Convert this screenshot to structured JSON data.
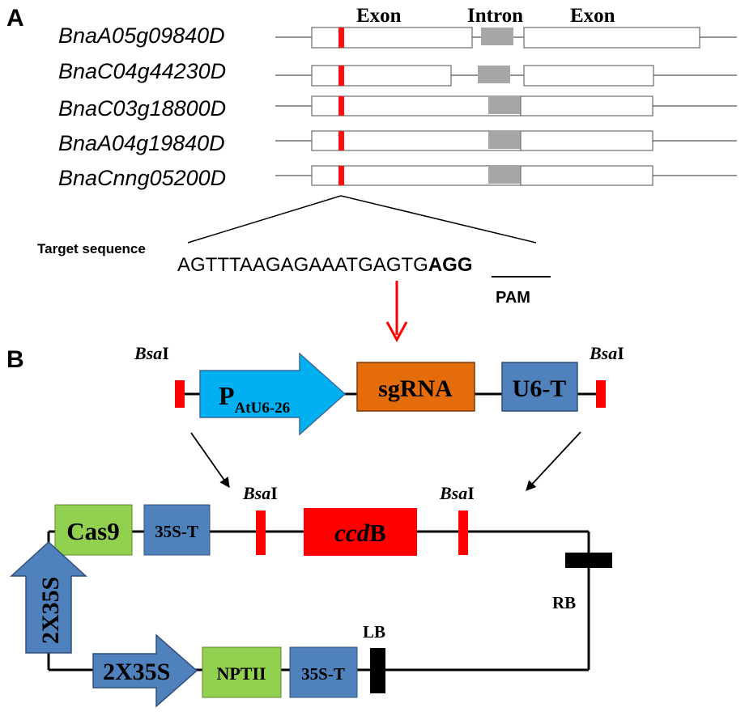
{
  "panel_a": {
    "label": "A",
    "structure_labels": {
      "exon_left": "Exon",
      "intron": "Intron",
      "exon_right": "Exon"
    },
    "genes": [
      "BnaA05g09840D",
      "BnaC04g44230D",
      "BnaC03g18800D",
      "BnaA04g19840D",
      "BnaCnng05200D"
    ],
    "target_label": "Target sequence",
    "sequence_main": "AGTTTAAGAGAAATGAGTG",
    "sequence_pam": "AGG",
    "pam_label": "PAM"
  },
  "panel_b": {
    "label": "B",
    "cassette": {
      "bsa_left": "BsaI",
      "bsa_right": "BsaI",
      "promoter_main": "P",
      "promoter_sub": "AtU6-26",
      "sgrna": "sgRNA",
      "terminator": "U6-T"
    },
    "vector": {
      "cas9": "Cas9",
      "terminator_top": "35S-T",
      "bsa_1": "BsaI",
      "bsa_2": "BsaI",
      "ccdb_italic": "ccd",
      "ccdb_rest": "B",
      "rb": "RB",
      "lb": "LB",
      "promoter_vertical": "2X35S",
      "promoter_bottom": "2X35S",
      "nptii": "NPTII",
      "terminator_bottom": "35S-T"
    }
  },
  "colors": {
    "target_mark": "#ff1010",
    "intron": "#a6a6a6",
    "promoter_arrow": "#00b0f0",
    "sgrna_box": "#e46c0a",
    "blue_box": "#4f81bd",
    "green_box": "#92d050",
    "ccdb_box": "#ff0000",
    "arrow_red": "#ff0000"
  }
}
